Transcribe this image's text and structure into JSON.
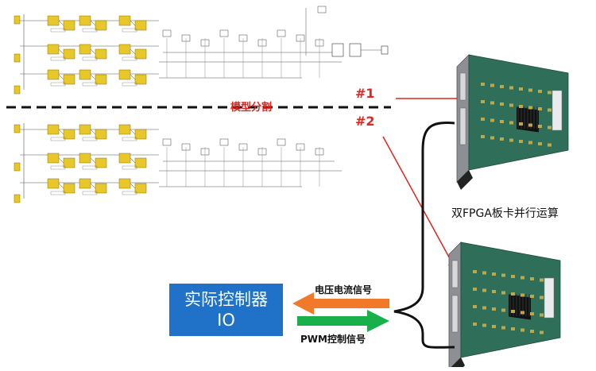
{
  "labels": {
    "split": "模型分割",
    "marker1": "#1",
    "marker2": "#2",
    "dual_fpga": "双FPGA板卡并行运算",
    "voltage_current": "电压电流信号",
    "pwm_control": "PWM控制信号"
  },
  "io_box": {
    "line1": "实际控制器",
    "line2": "IO"
  },
  "colors": {
    "accent_red": "#e0261f",
    "io_blue": "#1f72c8",
    "arrow_orange": "#f07a2a",
    "arrow_green": "#18b04a",
    "module_yellow": "#e8c72a",
    "board_green": "#2f6f5a"
  }
}
